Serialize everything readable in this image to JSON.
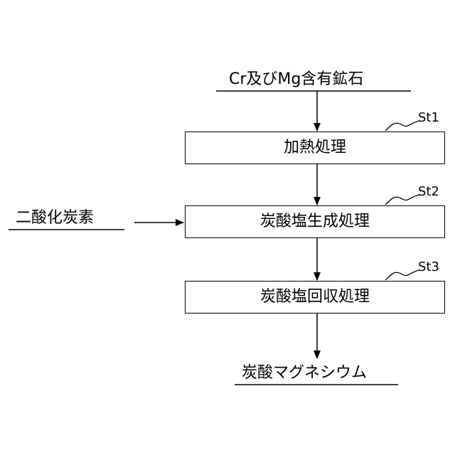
{
  "input_top": "Cr及びMg含有鉱石",
  "input_side": "二酸化炭素",
  "output": "炭酸マグネシウム",
  "steps": [
    {
      "id": "St1",
      "label": "加熱処理"
    },
    {
      "id": "St2",
      "label": "炭酸塩生成処理"
    },
    {
      "id": "St3",
      "label": "炭酸塩回収処理"
    }
  ],
  "colors": {
    "line": "#000000",
    "background": "#ffffff"
  }
}
